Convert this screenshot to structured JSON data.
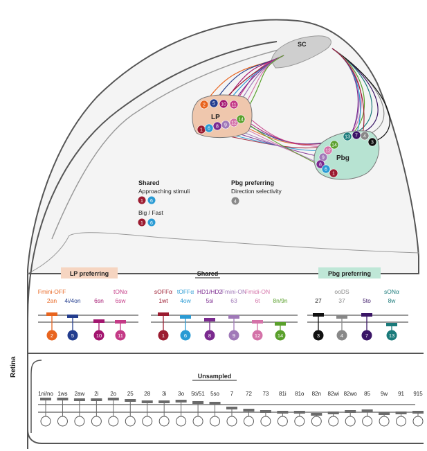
{
  "colors": {
    "c1": "#9b1b30",
    "c2": "#e8641e",
    "c5": "#233d8e",
    "c10": "#a3156f",
    "c11": "#c43a86",
    "c6": "#2a9bd4",
    "c8": "#7b2a8f",
    "c9": "#a079b8",
    "c12": "#d472a8",
    "c14": "#5aa02c",
    "c3": "#111111",
    "c4": "#888888",
    "c7": "#3a1566",
    "c13": "#1a7a7a",
    "lp_fill": "#efc7ad",
    "pbg_fill": "#b7e3d2",
    "sc_fill": "#cfcfcf",
    "grey_cell": "#6b6b6b",
    "lp_hdr": "#f6d5c1",
    "pbg_hdr": "#bfe7d7"
  },
  "regions": {
    "sc": "SC",
    "lp": "LP",
    "pbg": "Pbg",
    "retina": "Retina"
  },
  "lp_nodes": [
    {
      "num": "2",
      "color": "c2"
    },
    {
      "num": "5",
      "color": "c5"
    },
    {
      "num": "10",
      "color": "c10"
    },
    {
      "num": "11",
      "color": "c11"
    },
    {
      "num": "1",
      "color": "c1"
    },
    {
      "num": "6",
      "color": "c6"
    },
    {
      "num": "8",
      "color": "c8"
    },
    {
      "num": "9",
      "color": "c9"
    },
    {
      "num": "12",
      "color": "c12"
    },
    {
      "num": "14",
      "color": "c14"
    }
  ],
  "pbg_nodes": [
    {
      "num": "13",
      "color": "c13"
    },
    {
      "num": "7",
      "color": "c7"
    },
    {
      "num": "4",
      "color": "c4"
    },
    {
      "num": "3",
      "color": "c3"
    },
    {
      "num": "14",
      "color": "c14"
    },
    {
      "num": "12",
      "color": "c12"
    },
    {
      "num": "9",
      "color": "c9"
    },
    {
      "num": "8",
      "color": "c8"
    },
    {
      "num": "6",
      "color": "c6"
    },
    {
      "num": "1",
      "color": "c1"
    }
  ],
  "legend": {
    "shared_title": "Shared",
    "approaching": "Approaching stimuli",
    "bigfast": "Big / Fast",
    "pbg_pref_title": "Pbg preferring",
    "direction": "Direction selectivity",
    "num1": "1",
    "num6": "6",
    "num4": "4"
  },
  "groups": {
    "lp_pref": "LP preferring",
    "shared": "Shared",
    "pbg_pref": "Pbg preferring",
    "unsampled": "Unsampled"
  },
  "lp_cells": [
    {
      "top": "Fmini-OFF",
      "bottom": "2an",
      "num": "2",
      "color": "c2"
    },
    {
      "top": "",
      "bottom": "4i/4on",
      "num": "5",
      "color": "c5"
    },
    {
      "top": "",
      "bottom": "6sn",
      "num": "10",
      "color": "c10"
    },
    {
      "top": "tONα",
      "bottom": "6sw",
      "num": "11",
      "color": "c11"
    }
  ],
  "shared_cells": [
    {
      "top": "sOFFα",
      "bottom": "1wt",
      "num": "1",
      "color": "c1"
    },
    {
      "top": "tOFFα",
      "bottom": "4ow",
      "num": "6",
      "color": "c6"
    },
    {
      "top": "",
      "bottom": "HD1/HD2",
      "bottom2": "5si",
      "num": "8",
      "color": "c8"
    },
    {
      "top": "Fmini-ON",
      "bottom": "63",
      "num": "9",
      "color": "c9"
    },
    {
      "top": "Fmidi-ON",
      "bottom": "6t",
      "num": "12",
      "color": "c12"
    },
    {
      "top": "",
      "bottom": "8n/9n",
      "num": "14",
      "color": "c14"
    }
  ],
  "pbg_cells": [
    {
      "top": "",
      "bottom": "27",
      "num": "3",
      "color": "c3"
    },
    {
      "top": "ooDS",
      "bottom": "37",
      "num": "4",
      "color": "c4"
    },
    {
      "top": "",
      "bottom": "5to",
      "num": "7",
      "color": "c7"
    },
    {
      "top": "sONα",
      "bottom": "8w",
      "num": "13",
      "color": "c13"
    }
  ],
  "unsampled_labels": [
    "1ni/no",
    "1ws",
    "2aw",
    "2i",
    "2o",
    "25",
    "28",
    "3i",
    "3o",
    "5ti/51",
    "5so",
    "7",
    "72",
    "73",
    "81i",
    "81o",
    "82n",
    "82wi",
    "82wo",
    "85",
    "9w",
    "91",
    "915"
  ]
}
